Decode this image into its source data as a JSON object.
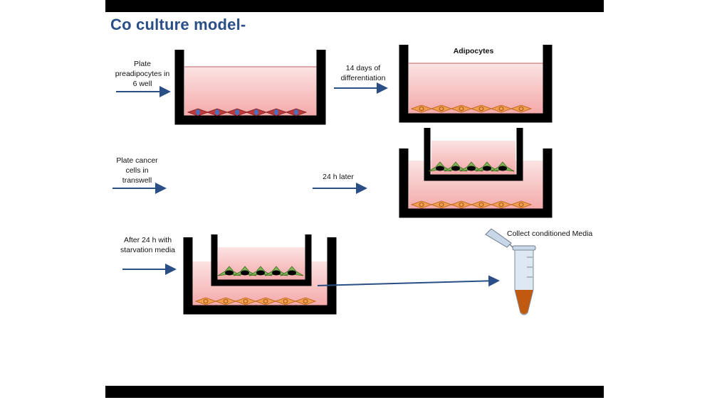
{
  "title": "Co culture model-",
  "labels": {
    "plate_preadipocytes": "Plate preadipocytes in 6 well",
    "days_differentiation": "14 days of differentiation",
    "adipocytes": "Adipocytes",
    "plate_cancer": "Plate cancer cells in transwell",
    "later_24h": "24 h later",
    "after_24h": "After 24 h with starvation media",
    "collect": "Collect conditioned Media"
  },
  "colors": {
    "title": "#2a4e86",
    "arrow": "#2a4e86",
    "media": "#f7c6c6",
    "adipocyte": "#f0a050",
    "preadipocyte": "#c03a3a",
    "cancer_cell": "#7fb356",
    "tube_media": "#c05a10"
  }
}
